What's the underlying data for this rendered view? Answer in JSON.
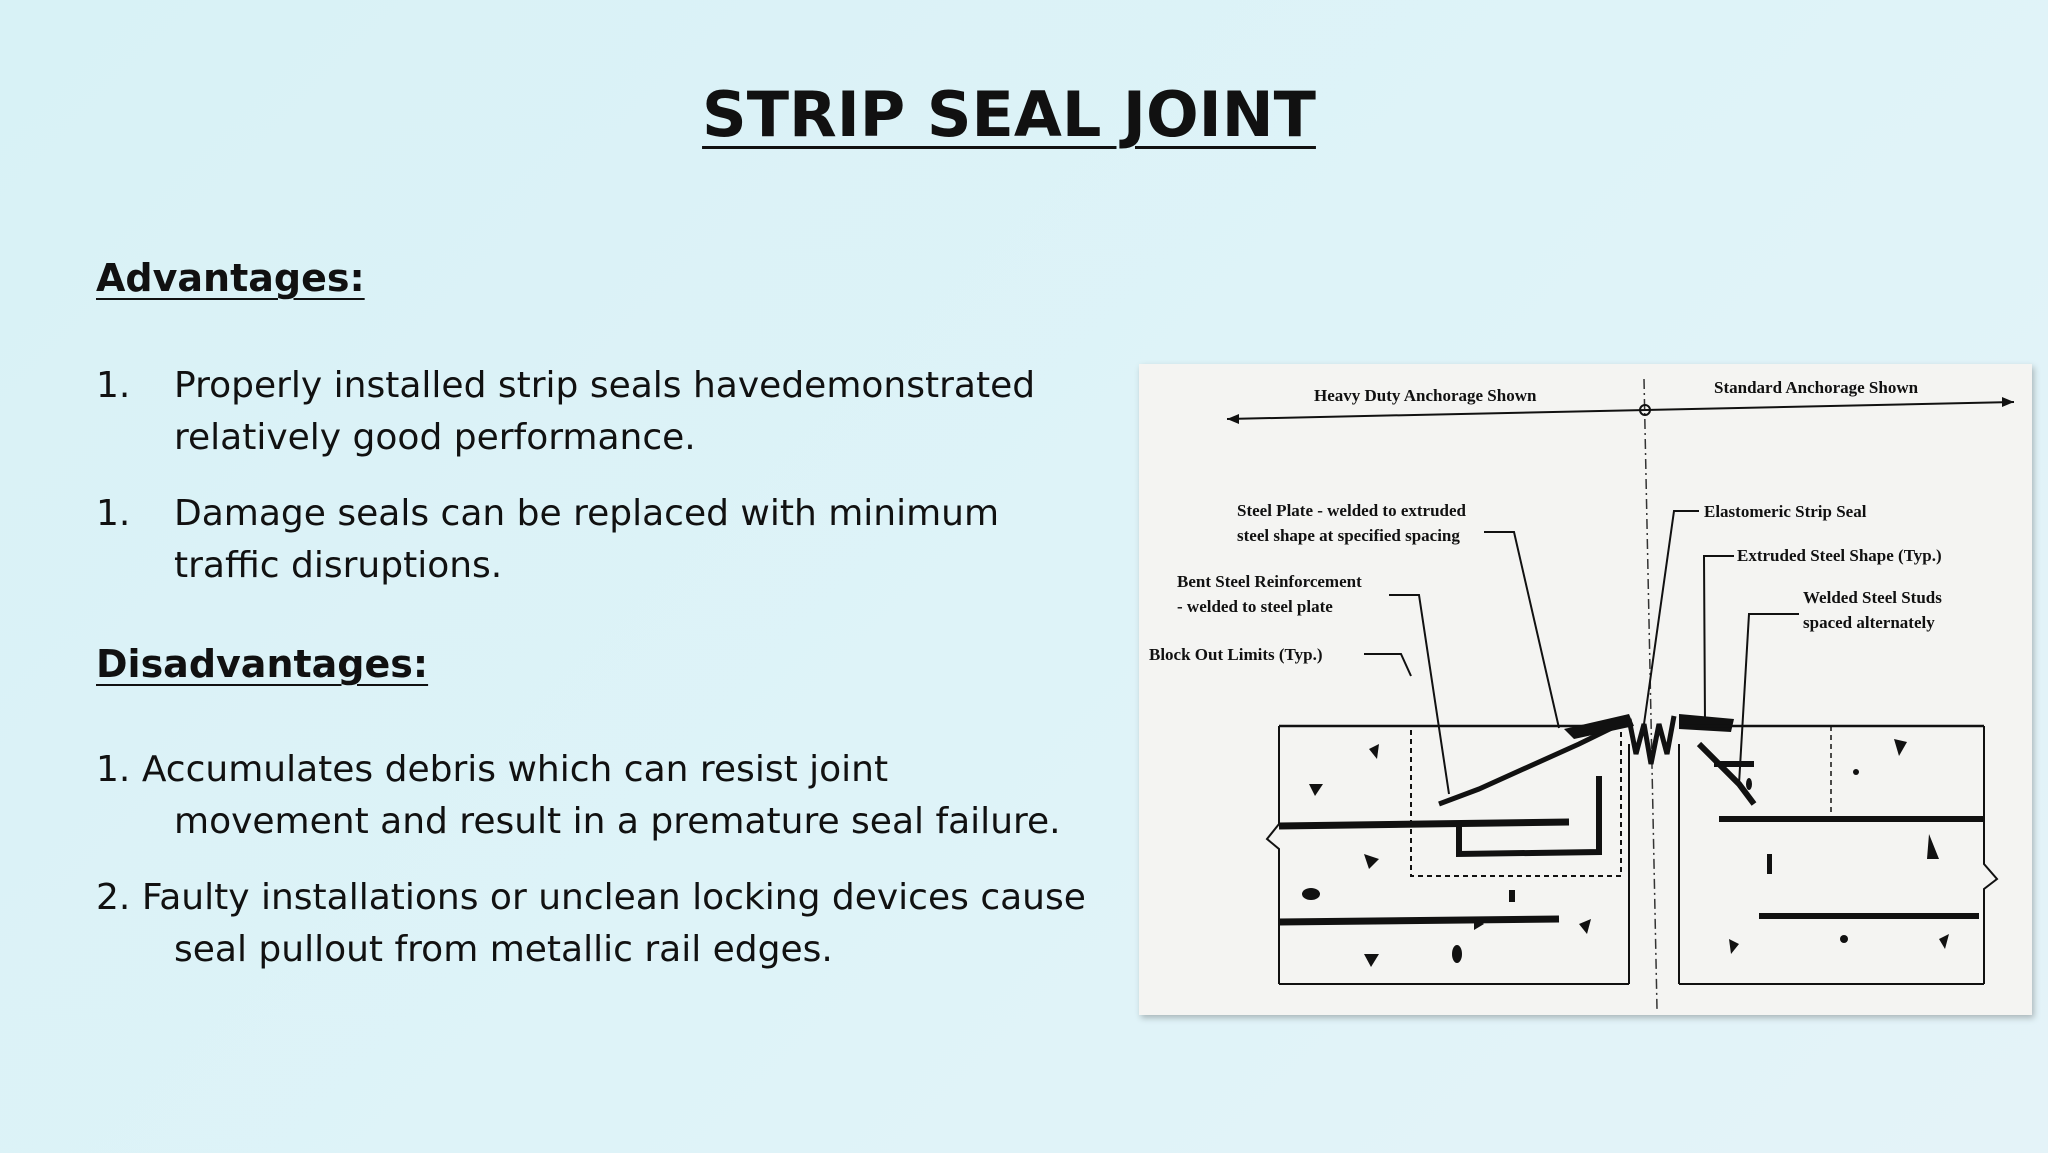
{
  "title": "STRIP SEAL JOINT",
  "advantages": {
    "heading": "Advantages:",
    "items": [
      {
        "num": "1.",
        "line1": "Properly installed strip  seals  havedemonstrated",
        "line2": "relatively good performance."
      },
      {
        "num": "1.",
        "line1": "Damage seals  can be  replaced with minimum",
        "line2": "traffic disruptions."
      }
    ]
  },
  "disadvantages": {
    "heading": "Disadvantages:",
    "items": [
      {
        "num": "1.",
        "line1": "Accumulates     debris which  can  resist  joint",
        "line2": "movement and result in a premature seal failure."
      },
      {
        "num": "2.",
        "line1": "Faulty installations  or unclean  locking devices  cause",
        "line2": "seal pullout from metallic rail edges."
      }
    ]
  },
  "figure": {
    "labels": {
      "heavy_duty": "Heavy Duty Anchorage Shown",
      "standard": "Standard Anchorage Shown",
      "steel_plate_1": "Steel Plate - welded to extruded",
      "steel_plate_2": "steel shape at specified spacing",
      "bent_steel_1": "Bent Steel Reinforcement",
      "bent_steel_2": "- welded to steel plate",
      "block_out": "Block Out Limits (Typ.)",
      "elastomeric": "Elastomeric Strip Seal",
      "extruded": "Extruded Steel Shape (Typ.)",
      "welded_1": "Welded Steel Studs",
      "welded_2": "spaced alternately"
    }
  }
}
